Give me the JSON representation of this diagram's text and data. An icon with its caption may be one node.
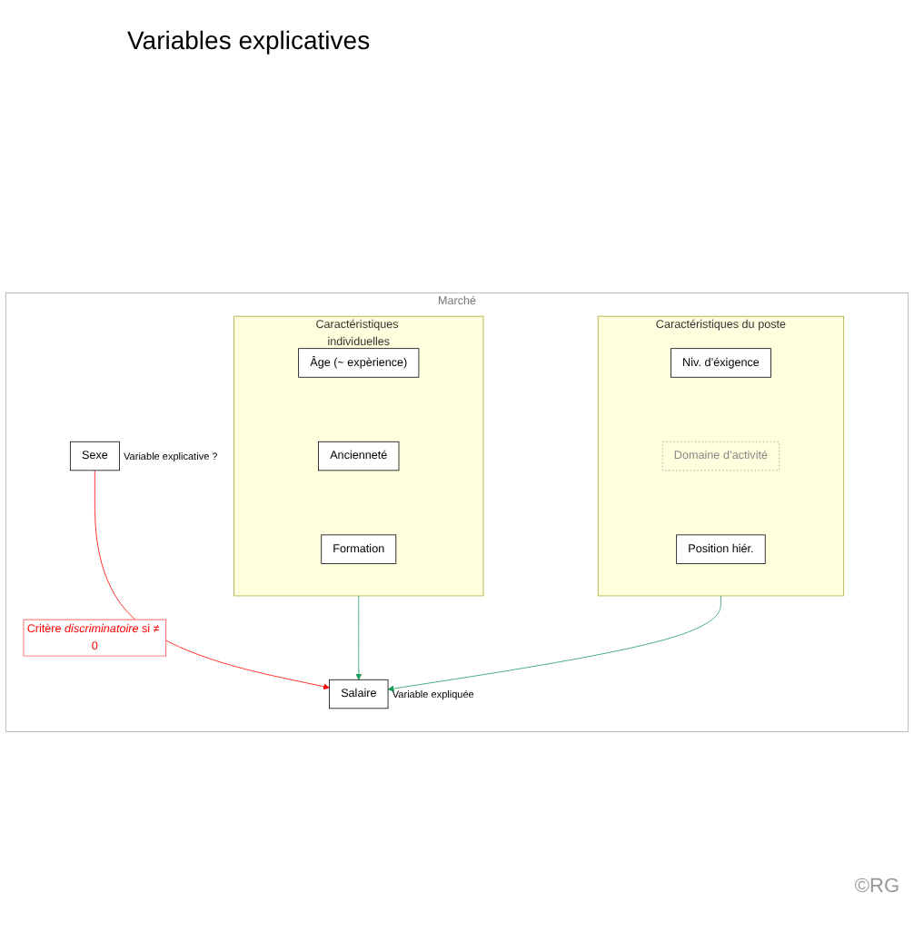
{
  "diagram": {
    "nodes": [
      {
        "text": [
          "Marché"
        ]
      },
      {
        "text": [
          "Caractéristiques individuelles"
        ],
        "in": 0
      },
      {
        "text": [
          "Âge (~ expèrience)"
        ],
        "in": 1
      },
      {
        "text": [
          "Ancienneté"
        ],
        "in": 1
      },
      {
        "text": [
          "Formation"
        ],
        "in": 1
      },
      {
        "text": [
          "Caractéristiques du poste"
        ],
        "in": 0
      },
      {
        "text": [
          "Niv. d’éxigence"
        ],
        "in": 5
      },
      {
        "text": [
          "Domaine d’activité"
        ],
        "in": 5
      },
      {
        "text": [
          "Position hiér."
        ],
        "in": 5
      },
      {
        "text": [
          "Salaire"
        ],
        "beside": [
          "Variable expliquée"
        ],
        "in": 0
      },
      {
        "text": [
          "Sexe"
        ],
        "beside": [
          "Variable explicative ?"
        ],
        "in": 0
      }
    ],
    "edges": [
      {
        "from": 1,
        "to": 9,
        "arrow": "to",
        "color": "#1a9a5a"
      },
      {
        "from": 5,
        "to": 9,
        "arrow": "to",
        "color": "#1a9a5a"
      },
      {
        "from": 10,
        "to": 9,
        "arrow": "to",
        "label": "Critère *discriminatoire* si ≠ 0",
        "color": "#ff0000"
      }
    ],
    "labels": [
      "Variables explicatives",
      "©RG"
    ]
  }
}
